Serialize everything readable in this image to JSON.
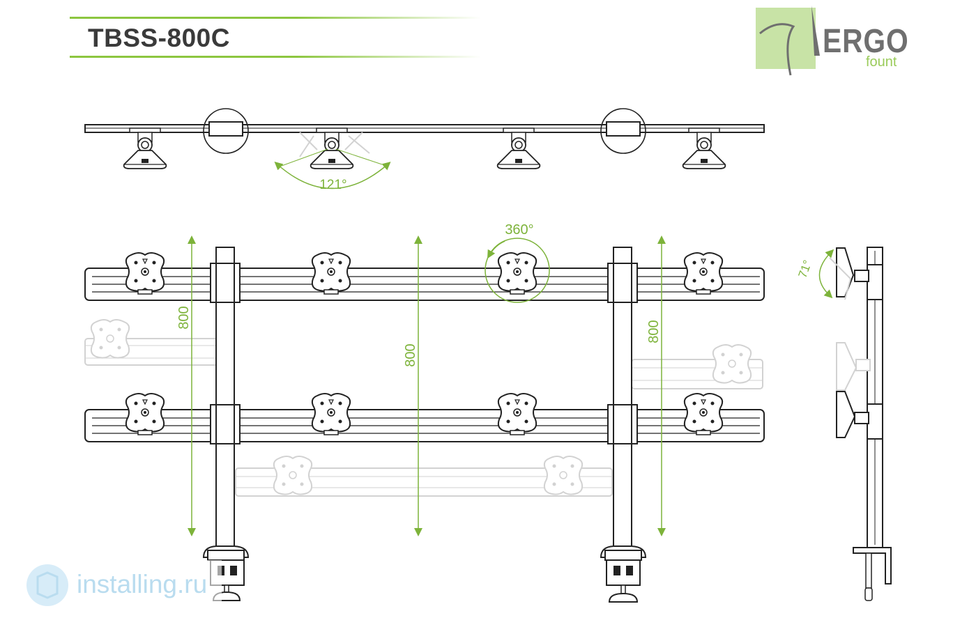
{
  "header": {
    "model": "TBSS-800C"
  },
  "logo": {
    "brand": "ERGO",
    "sub": "fount",
    "accent": "#8cc63f",
    "box_color": "#c8e3a6"
  },
  "dimensions": {
    "swivel_angle": "121°",
    "rotation_angle": "360°",
    "tilt_angle": "71°",
    "height_left": "800",
    "height_center": "800",
    "height_right": "800"
  },
  "watermark": {
    "text": "installing.ru",
    "color": "#b9dcef"
  },
  "colors": {
    "line": "#222222",
    "ghost": "#d2d2d2",
    "dimension": "#7db33a"
  }
}
